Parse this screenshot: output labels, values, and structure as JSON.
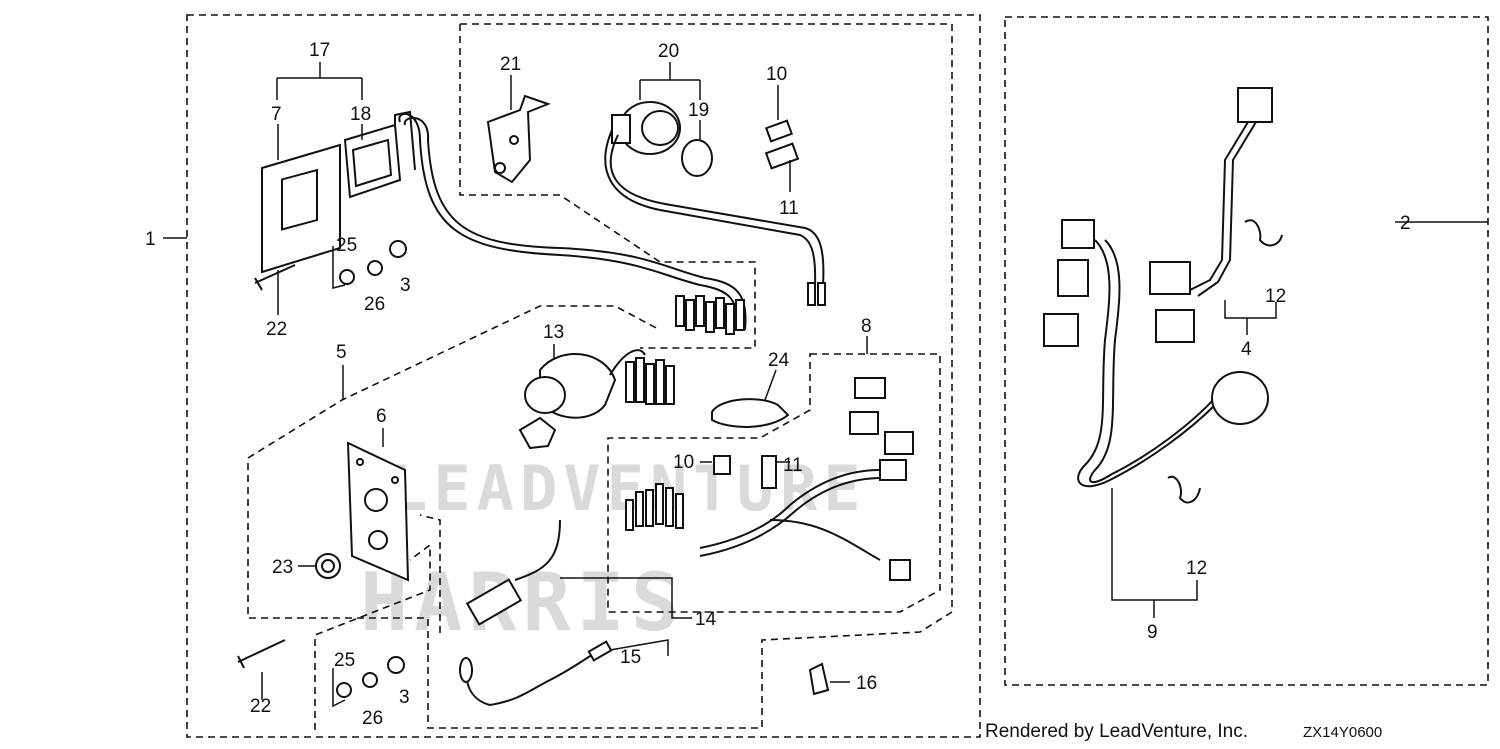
{
  "diagram": {
    "callouts": {
      "c1": "1",
      "c2": "2",
      "c3a": "3",
      "c3b": "3",
      "c4": "4",
      "c5": "5",
      "c6": "6",
      "c7": "7",
      "c8": "8",
      "c9": "9",
      "c10a": "10",
      "c10b": "10",
      "c11a": "11",
      "c11b": "11",
      "c12a": "12",
      "c12b": "12",
      "c13": "13",
      "c14": "14",
      "c15": "15",
      "c16": "16",
      "c17": "17",
      "c18": "18",
      "c19": "19",
      "c20": "20",
      "c21": "21",
      "c22a": "22",
      "c22b": "22",
      "c23": "23",
      "c24": "24",
      "c25a": "25",
      "c25b": "25",
      "c26a": "26",
      "c26b": "26"
    },
    "footer": "Rendered by LeadVenture, Inc.",
    "diagram_code": "ZX14Y0600"
  }
}
